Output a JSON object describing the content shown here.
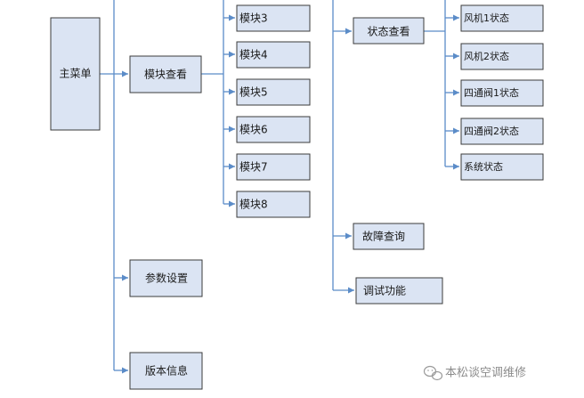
{
  "diagram": {
    "nodes": {
      "main_menu": "主菜单",
      "module_view": "模块查看",
      "param_settings": "参数设置",
      "version_info": "版本信息",
      "module_3": "模块3",
      "module_4": "模块4",
      "module_5": "模块5",
      "module_6": "模块6",
      "module_7": "模块7",
      "module_8": "模块8",
      "status_view": "状态查看",
      "fault_query": "故障查询",
      "debug_function": "调试功能",
      "fan1_status": "风机1状态",
      "fan2_status": "风机2状态",
      "four_way_valve1_status": "四通阀1状态",
      "four_way_valve2_status": "四通阀2状态",
      "system_status": "系统状态"
    },
    "colors": {
      "box_fill": "#dbe4f3",
      "box_border": "#3b3b3b",
      "connector": "#5b8cc8"
    }
  },
  "watermark": {
    "text": "本松谈空调维修",
    "icon": "chat-bubble-logo"
  }
}
